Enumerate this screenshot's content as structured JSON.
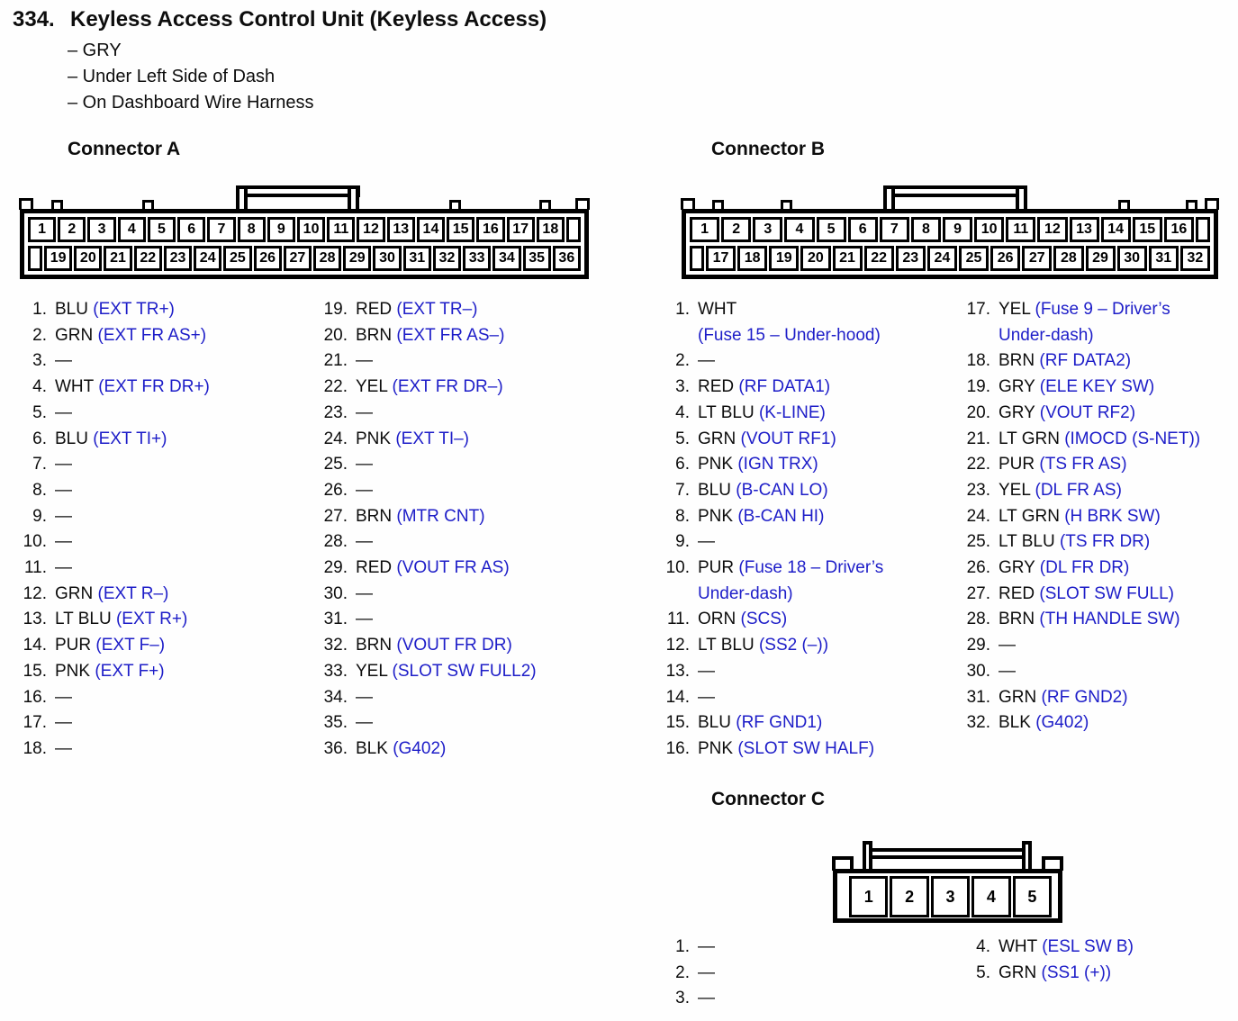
{
  "page": {
    "item_number": "334.",
    "title": "Keyless Access Control Unit (Keyless Access)",
    "details": [
      "– GRY",
      "– Under Left Side of Dash",
      "– On Dashboard Wire Harness"
    ]
  },
  "colors": {
    "signal_blue": "#1d1dc8",
    "ink": "#0d0d0d"
  },
  "connector_a": {
    "heading": "Connector A",
    "pins_top": [
      "1",
      "2",
      "3",
      "4",
      "5",
      "6",
      "7",
      "8",
      "9",
      "10",
      "11",
      "12",
      "13",
      "14",
      "15",
      "16",
      "17",
      "18"
    ],
    "pins_bottom": [
      "19",
      "20",
      "21",
      "22",
      "23",
      "24",
      "25",
      "26",
      "27",
      "28",
      "29",
      "30",
      "31",
      "32",
      "33",
      "34",
      "35",
      "36"
    ],
    "list_left": [
      {
        "n": "1.",
        "wire": "BLU",
        "signal": "(EXT TR+)"
      },
      {
        "n": "2.",
        "wire": "GRN",
        "signal": "(EXT FR AS+)"
      },
      {
        "n": "3.",
        "wire": "—"
      },
      {
        "n": "4.",
        "wire": "WHT",
        "signal": "(EXT FR DR+)"
      },
      {
        "n": "5.",
        "wire": "—"
      },
      {
        "n": "6.",
        "wire": "BLU",
        "signal": "(EXT TI+)"
      },
      {
        "n": "7.",
        "wire": "—"
      },
      {
        "n": "8.",
        "wire": "—"
      },
      {
        "n": "9.",
        "wire": "—"
      },
      {
        "n": "10.",
        "wire": "—"
      },
      {
        "n": "11.",
        "wire": "—"
      },
      {
        "n": "12.",
        "wire": "GRN",
        "signal": "(EXT R–)"
      },
      {
        "n": "13.",
        "wire": "LT BLU",
        "signal": "(EXT R+)"
      },
      {
        "n": "14.",
        "wire": "PUR",
        "signal": "(EXT F–)"
      },
      {
        "n": "15.",
        "wire": "PNK",
        "signal": "(EXT F+)"
      },
      {
        "n": "16.",
        "wire": "—"
      },
      {
        "n": "17.",
        "wire": "—"
      },
      {
        "n": "18.",
        "wire": "—"
      }
    ],
    "list_right": [
      {
        "n": "19.",
        "wire": "RED",
        "signal": "(EXT TR–)"
      },
      {
        "n": "20.",
        "wire": "BRN",
        "signal": "(EXT FR AS–)"
      },
      {
        "n": "21.",
        "wire": "—"
      },
      {
        "n": "22.",
        "wire": "YEL",
        "signal": "(EXT FR DR–)"
      },
      {
        "n": "23.",
        "wire": "—"
      },
      {
        "n": "24.",
        "wire": "PNK",
        "signal": "(EXT TI–)"
      },
      {
        "n": "25.",
        "wire": "—"
      },
      {
        "n": "26.",
        "wire": "—"
      },
      {
        "n": "27.",
        "wire": "BRN",
        "signal": "(MTR CNT)"
      },
      {
        "n": "28.",
        "wire": "—"
      },
      {
        "n": "29.",
        "wire": "RED",
        "signal": "(VOUT FR AS)"
      },
      {
        "n": "30.",
        "wire": "—"
      },
      {
        "n": "31.",
        "wire": "—"
      },
      {
        "n": "32.",
        "wire": "BRN",
        "signal": "(VOUT FR DR)"
      },
      {
        "n": "33.",
        "wire": "YEL",
        "signal": "(SLOT SW FULL2)"
      },
      {
        "n": "34.",
        "wire": "—"
      },
      {
        "n": "35.",
        "wire": "—"
      },
      {
        "n": "36.",
        "wire": "BLK",
        "signal": "(G402)"
      }
    ]
  },
  "connector_b": {
    "heading": "Connector B",
    "pins_top": [
      "1",
      "2",
      "3",
      "4",
      "5",
      "6",
      "7",
      "8",
      "9",
      "10",
      "11",
      "12",
      "13",
      "14",
      "15",
      "16"
    ],
    "pins_bottom": [
      "17",
      "18",
      "19",
      "20",
      "21",
      "22",
      "23",
      "24",
      "25",
      "26",
      "27",
      "28",
      "29",
      "30",
      "31",
      "32"
    ],
    "list_left": [
      {
        "n": "1.",
        "wire": "WHT",
        "signal2": "(Fuse 15 – Under-hood)"
      },
      {
        "n": "2.",
        "wire": "—"
      },
      {
        "n": "3.",
        "wire": "RED",
        "signal": "(RF DATA1)"
      },
      {
        "n": "4.",
        "wire": "LT BLU",
        "signal": "(K-LINE)"
      },
      {
        "n": "5.",
        "wire": "GRN",
        "signal": "(VOUT RF1)"
      },
      {
        "n": "6.",
        "wire": "PNK",
        "signal": "(IGN TRX)"
      },
      {
        "n": "7.",
        "wire": "BLU",
        "signal": "(B-CAN LO)"
      },
      {
        "n": "8.",
        "wire": "PNK",
        "signal": "(B-CAN HI)"
      },
      {
        "n": "9.",
        "wire": "—"
      },
      {
        "n": "10.",
        "wire": "PUR",
        "signal": "(Fuse 18 – Driver’s",
        "signal2": "Under-dash)"
      },
      {
        "n": "11.",
        "wire": "ORN",
        "signal": "(SCS)"
      },
      {
        "n": "12.",
        "wire": "LT BLU",
        "signal": "(SS2 (–))"
      },
      {
        "n": "13.",
        "wire": "—"
      },
      {
        "n": "14.",
        "wire": "—"
      },
      {
        "n": "15.",
        "wire": "BLU",
        "signal": "(RF GND1)"
      },
      {
        "n": "16.",
        "wire": "PNK",
        "signal": "(SLOT SW HALF)"
      }
    ],
    "list_right": [
      {
        "n": "17.",
        "wire": "YEL",
        "signal": "(Fuse 9 – Driver’s",
        "signal2": "Under-dash)"
      },
      {
        "n": "18.",
        "wire": "BRN",
        "signal": "(RF DATA2)"
      },
      {
        "n": "19.",
        "wire": "GRY",
        "signal": "(ELE KEY SW)"
      },
      {
        "n": "20.",
        "wire": "GRY",
        "signal": "(VOUT RF2)"
      },
      {
        "n": "21.",
        "wire": "LT GRN",
        "signal": "(IMOCD (S-NET))"
      },
      {
        "n": "22.",
        "wire": "PUR",
        "signal": "(TS FR AS)"
      },
      {
        "n": "23.",
        "wire": "YEL",
        "signal": "(DL FR AS)"
      },
      {
        "n": "24.",
        "wire": "LT GRN",
        "signal": "(H BRK SW)"
      },
      {
        "n": "25.",
        "wire": "LT BLU",
        "signal": "(TS FR DR)"
      },
      {
        "n": "26.",
        "wire": "GRY",
        "signal": "(DL FR DR)"
      },
      {
        "n": "27.",
        "wire": "RED",
        "signal": "(SLOT SW FULL)"
      },
      {
        "n": "28.",
        "wire": "BRN",
        "signal": "(TH HANDLE SW)"
      },
      {
        "n": "29.",
        "wire": "—"
      },
      {
        "n": "30.",
        "wire": "—"
      },
      {
        "n": "31.",
        "wire": "GRN",
        "signal": "(RF GND2)"
      },
      {
        "n": "32.",
        "wire": "BLK",
        "signal": "(G402)"
      }
    ]
  },
  "connector_c": {
    "heading": "Connector C",
    "pins": [
      "1",
      "2",
      "3",
      "4",
      "5"
    ],
    "list_left": [
      {
        "n": "1.",
        "wire": "—"
      },
      {
        "n": "2.",
        "wire": "—"
      },
      {
        "n": "3.",
        "wire": "—"
      }
    ],
    "list_right": [
      {
        "n": "4.",
        "wire": "WHT",
        "signal": "(ESL SW B)"
      },
      {
        "n": "5.",
        "wire": "GRN",
        "signal": "(SS1 (+))"
      }
    ]
  }
}
